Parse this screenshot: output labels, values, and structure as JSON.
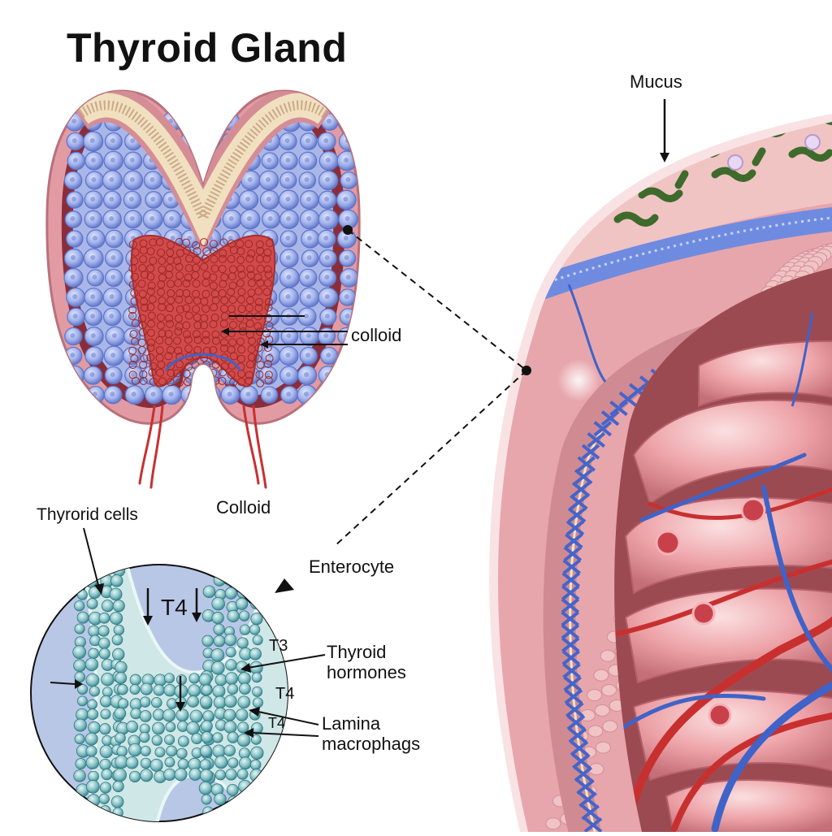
{
  "title": "Thyroid Gland",
  "labels": {
    "mucus": "Mucus",
    "colloid_lower": "colloid",
    "colloid_upper": "Colloid",
    "thyroid_cells": "Thyrorid cells",
    "enterocyte": "Enterocyte",
    "t4_top": "T4",
    "t3": "T3",
    "t4_mid": "T4",
    "t4_low": "T4",
    "thyroid_hormones": "Thyroid hormones",
    "lamina_macrophags": "Lamina macrophags"
  },
  "colors": {
    "gland_outer": "#d98a95",
    "gland_inner_tissue": "#8a2d3a",
    "follicle_fill": "#a9b6e8",
    "follicle_stroke": "#5e73c9",
    "colloid_red": "#d24a4a",
    "trachea_cream": "#f1e0c0",
    "intestine_pink": "#eaa4aa",
    "vessel_blue": "#3f63c8",
    "vessel_red": "#c8302f",
    "circle_bg": "#b9c7e6",
    "cell_teal": "#7fbcc4",
    "bacteria_green": "#3e6b2c"
  }
}
